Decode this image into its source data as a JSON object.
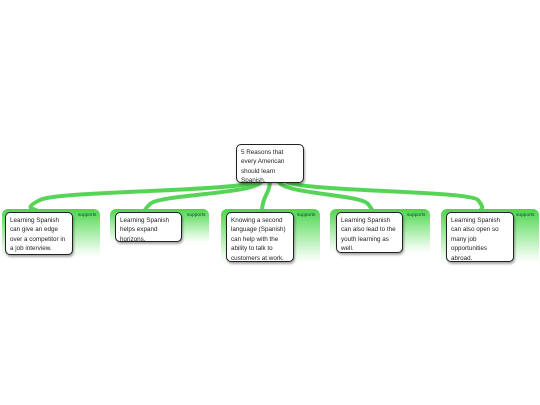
{
  "colors": {
    "link": "#57d457",
    "panel": "#4ed44e",
    "node_border": "#222222"
  },
  "central": {
    "text": "5 Reasons that every American should learn Spanish."
  },
  "relation_label": "supports",
  "topics": [
    {
      "text": "Learning Spanish can give an edge over a competitor in a job interview."
    },
    {
      "text": "Learning Spanish helps expand horizons."
    },
    {
      "text": "Knowing a second language (Spanish) can help with the ability to talk to customers at work."
    },
    {
      "text": "Learning Spanish can also lead to the youth learning as well."
    },
    {
      "text": "Learning Spanish can also open so many job opportunities abroad."
    }
  ]
}
